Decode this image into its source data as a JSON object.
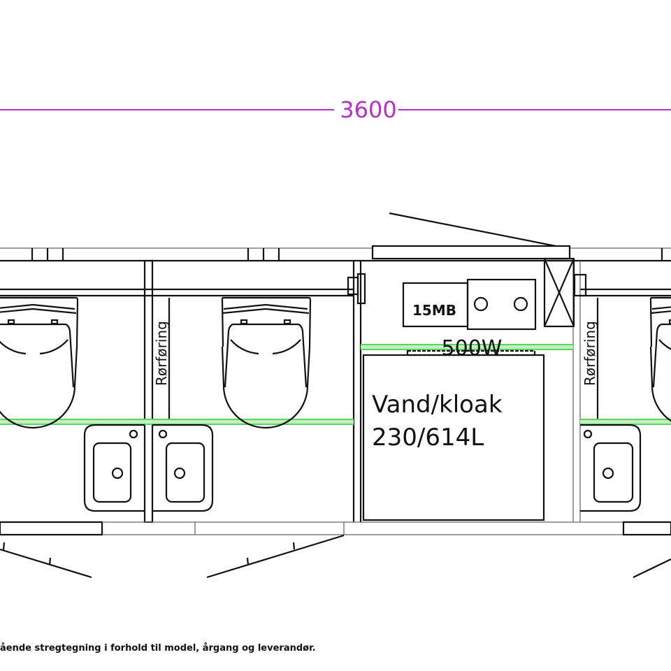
{
  "dimension": {
    "label": "3600",
    "color": "#b62fc9"
  },
  "labels": {
    "pipe_left": "Rørføring",
    "pipe_right": "Rørføring",
    "heater_box": "15MB",
    "heater_power": "500W",
    "tank_line1": "Vand/kloak",
    "tank_line2": "230/614L"
  },
  "colors": {
    "lines": "#111111",
    "pipe_run": "#5fd35f"
  },
  "footer": {
    "text": "ående stregtegning i forhold til model, årgang og leverandør."
  }
}
